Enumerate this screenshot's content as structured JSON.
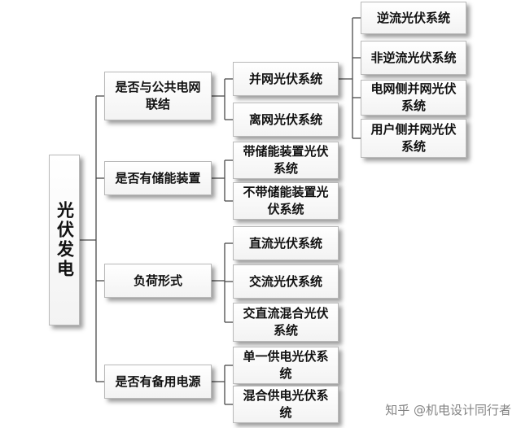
{
  "root": "光伏发电",
  "categories": [
    {
      "label": "是否与公共电网联结",
      "children": [
        {
          "label": "并网光伏系统",
          "children": [
            "逆流光伏系统",
            "非逆流光伏系统",
            "电网侧并网光伏系统",
            "用户侧并网光伏系统"
          ]
        },
        {
          "label": "离网光伏系统"
        }
      ]
    },
    {
      "label": "是否有储能装置",
      "children": [
        {
          "label": "带储能装置光伏系统"
        },
        {
          "label": "不带储能装置光伏系统"
        }
      ]
    },
    {
      "label": "负荷形式",
      "children": [
        {
          "label": "直流光伏系统"
        },
        {
          "label": "交流光伏系统"
        },
        {
          "label": "交直流混合光伏系统"
        }
      ]
    },
    {
      "label": "是否有备用电源",
      "children": [
        {
          "label": "单一供电光伏系统"
        },
        {
          "label": "混合供电光伏系统"
        }
      ]
    }
  ],
  "watermark": "知乎 @机电设计同行者",
  "colors": {
    "connector": "#4a4a4a",
    "box_border": "#b9b9b9",
    "text": "#111111"
  }
}
